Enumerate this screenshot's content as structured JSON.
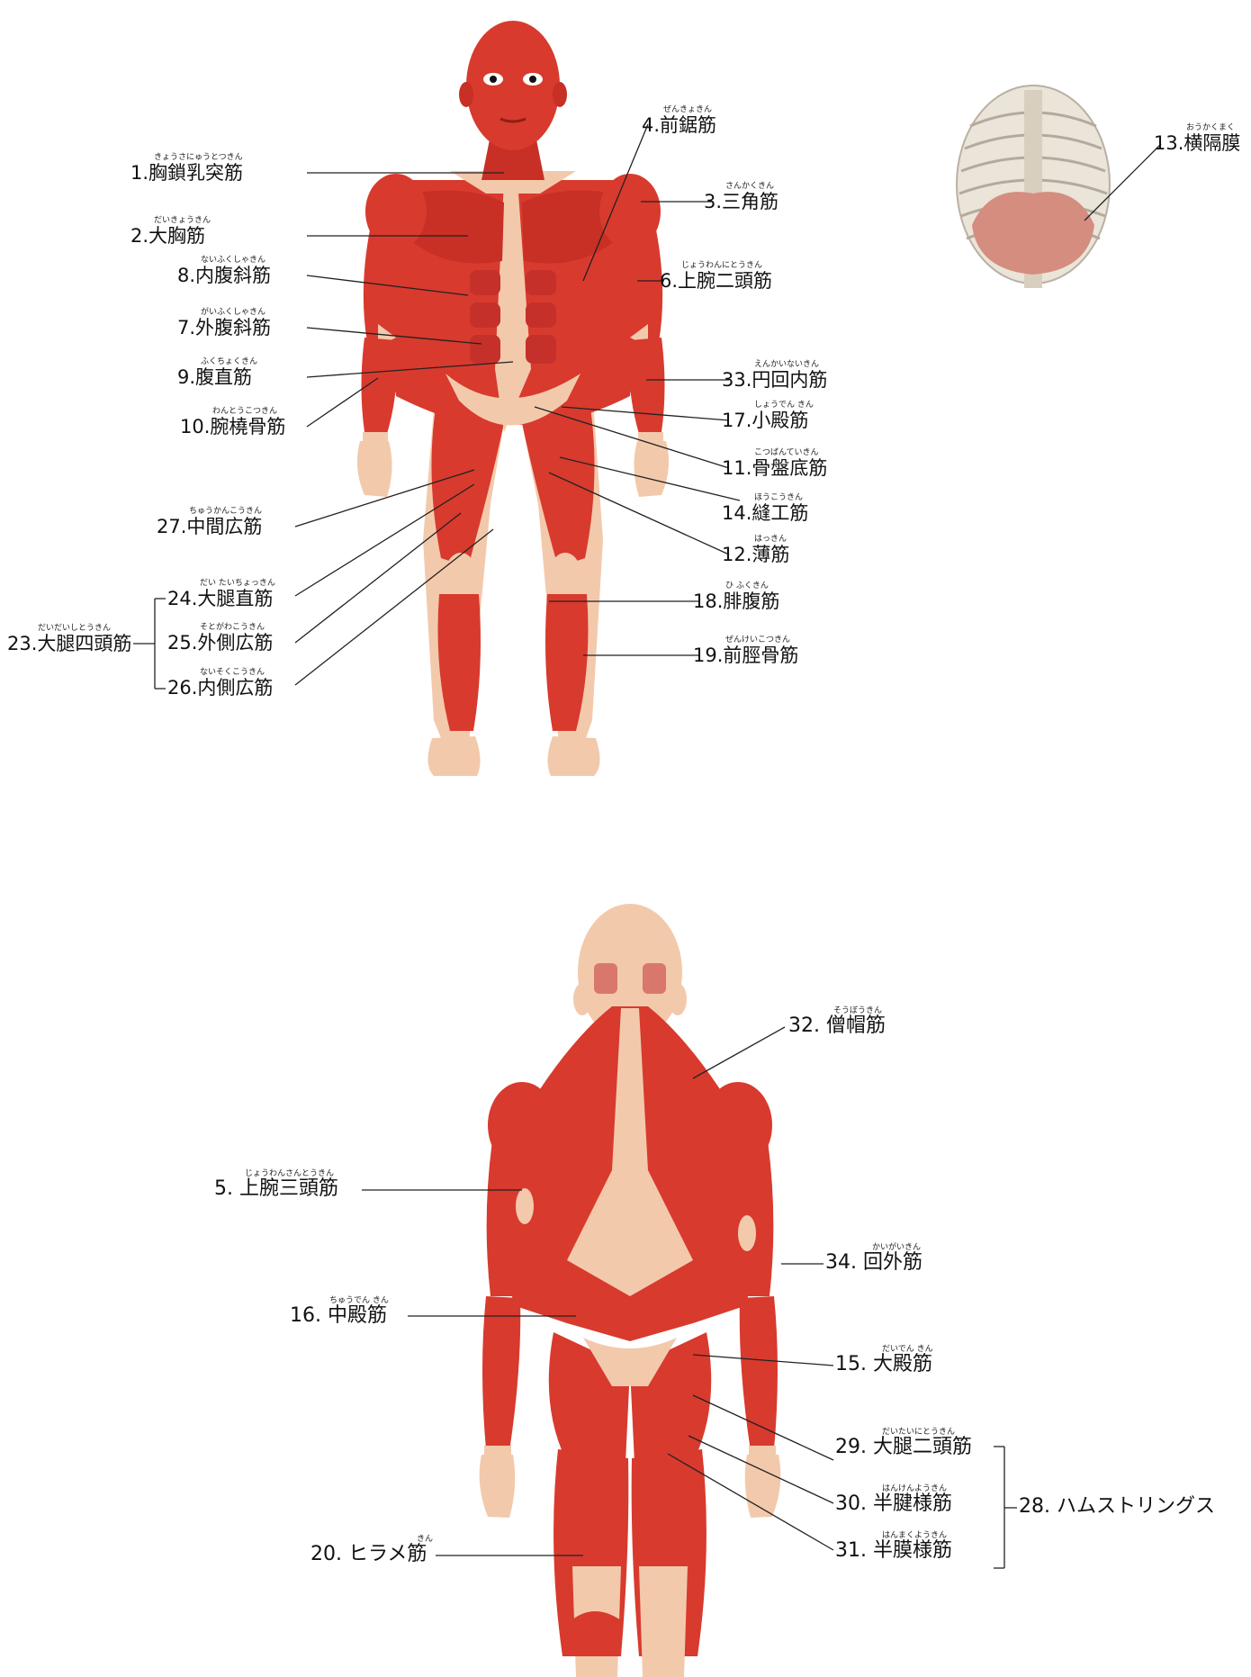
{
  "front_labels": [
    {
      "id": "l1",
      "number": "1.",
      "name": "胸鎖乳突筋",
      "reading": "きょうさにゅうとつきん"
    },
    {
      "id": "l2",
      "number": "2.",
      "name": "大胸筋",
      "reading": "だいきょうきん"
    },
    {
      "id": "l8",
      "number": "8.",
      "name": "内腹斜筋",
      "reading": "ないふくしゃきん"
    },
    {
      "id": "l7",
      "number": "7.",
      "name": "外腹斜筋",
      "reading": "がいふくしゃきん"
    },
    {
      "id": "l9",
      "number": "9.",
      "name": "腹直筋",
      "reading": "ふくちょくきん"
    },
    {
      "id": "l10",
      "number": "10.",
      "name": "腕橈骨筋",
      "reading": "わんとうこつきん"
    },
    {
      "id": "l27",
      "number": "27.",
      "name": "中間広筋",
      "reading": "ちゅうかんこうきん"
    },
    {
      "id": "l23",
      "number": "23.",
      "name": "大腿四頭筋",
      "reading": "だいだいしとうきん"
    },
    {
      "id": "l24",
      "number": "24.",
      "name": "大腿直筋",
      "reading": "だい たいちょっきん"
    },
    {
      "id": "l25",
      "number": "25.",
      "name": "外側広筋",
      "reading": "そとがわこうきん"
    },
    {
      "id": "l26",
      "number": "26.",
      "name": "内側広筋",
      "reading": "ないそくこうきん"
    },
    {
      "id": "l4",
      "number": "4.",
      "name": "前鋸筋",
      "reading": "ぜんきょきん"
    },
    {
      "id": "l3",
      "number": "3.",
      "name": "三角筋",
      "reading": "さんかくきん"
    },
    {
      "id": "l6",
      "number": "6.",
      "name": "上腕二頭筋",
      "reading": "じょうわんにとうきん"
    },
    {
      "id": "l33",
      "number": "33.",
      "name": "円回内筋",
      "reading": "えんかいないきん"
    },
    {
      "id": "l17",
      "number": "17.",
      "name": "小殿筋",
      "reading": "しょうでん きん"
    },
    {
      "id": "l11",
      "number": "11.",
      "name": "骨盤底筋",
      "reading": "こつばんていきん"
    },
    {
      "id": "l14",
      "number": "14.",
      "name": "縫工筋",
      "reading": "ほうこうきん"
    },
    {
      "id": "l12",
      "number": "12.",
      "name": "薄筋",
      "reading": "はっきん"
    },
    {
      "id": "l18",
      "number": "18.",
      "name": "腓腹筋",
      "reading": "ひ ふくきん"
    },
    {
      "id": "l19",
      "number": "19.",
      "name": "前脛骨筋",
      "reading": "ぜんけいこつきん"
    },
    {
      "id": "l13",
      "number": "13.",
      "name": "横隔膜",
      "reading": "おうかくまく"
    }
  ],
  "back_labels": [
    {
      "id": "l32",
      "number": "32.",
      "name": "僧帽筋",
      "reading": "そうぼうきん"
    },
    {
      "id": "l5",
      "number": "5.",
      "name": "上腕三頭筋",
      "reading": "じょうわんさんとうきん"
    },
    {
      "id": "l34",
      "number": "34.",
      "name": "回外筋",
      "reading": "かいがいきん"
    },
    {
      "id": "l16",
      "number": "16.",
      "name": "中殿筋",
      "reading": "ちゅうでん きん"
    },
    {
      "id": "l15",
      "number": "15.",
      "name": "大殿筋",
      "reading": "だいでん きん"
    },
    {
      "id": "l29",
      "number": "29.",
      "name": "大腿二頭筋",
      "reading": "だいたいにとうきん"
    },
    {
      "id": "l30",
      "number": "30.",
      "name": "半腱様筋",
      "reading": "はんけんようきん"
    },
    {
      "id": "l31",
      "number": "31.",
      "name": "半膜様筋",
      "reading": "はんまくようきん"
    },
    {
      "id": "l28",
      "number": "28.",
      "name": "ハムストリングス",
      "reading": ""
    },
    {
      "id": "l20",
      "number": "20.",
      "name": "ヒラメ筋",
      "reading": "きん"
    }
  ],
  "colors": {
    "muscle": "#d83a2e",
    "muscle_dark": "#b3271f",
    "skin": "#f3c9ac",
    "bone": "#e8e0d4",
    "line": "#222222"
  }
}
